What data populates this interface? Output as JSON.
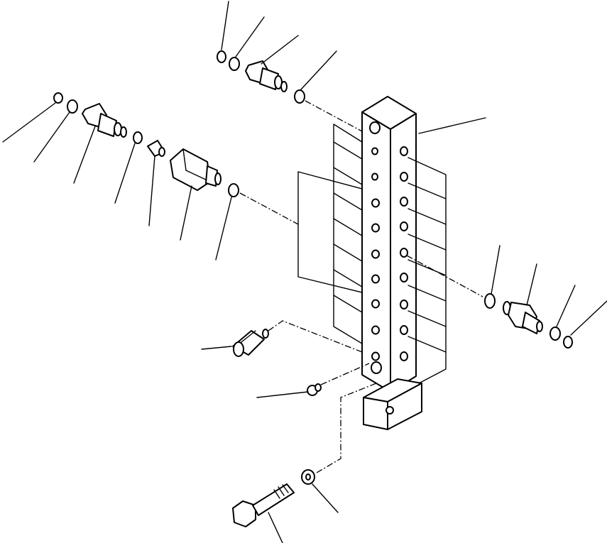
{
  "diagram": {
    "kind": "exploded-parts-view",
    "line_color": "#000000",
    "background": "#ffffff",
    "parts": [
      {
        "name": "block"
      },
      {
        "name": "mount-bracket"
      },
      {
        "name": "fitting"
      },
      {
        "name": "fitting"
      },
      {
        "name": "fitting"
      },
      {
        "name": "adapter"
      },
      {
        "name": "valve-insert"
      },
      {
        "name": "sensor"
      },
      {
        "name": "plug"
      },
      {
        "name": "bolt"
      },
      {
        "name": "washer"
      },
      {
        "name": "o-ring"
      }
    ]
  }
}
